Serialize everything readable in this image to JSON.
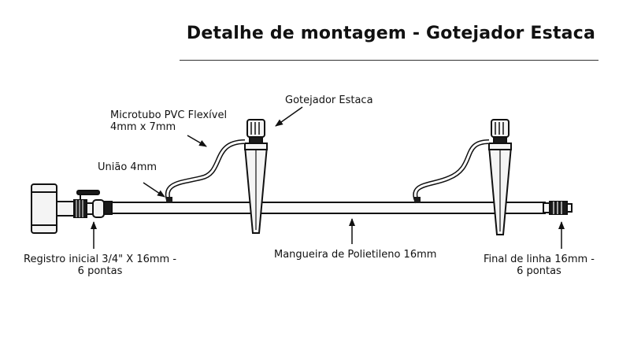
{
  "title": "Detalhe de montagem - Gotejador Estaca",
  "labels": {
    "microtubo_line1": "Microtubo PVC Flexível",
    "microtubo_line2": "4mm x 7mm",
    "gotejador": "Gotejador Estaca",
    "uniao": "União 4mm",
    "registro_line1": "Registro inicial 3/4\" X 16mm -",
    "registro_line2": "6 pontas",
    "mangueira": "Mangueira de Polietileno 16mm",
    "final_line1": "Final de linha 16mm -",
    "final_line2": "6 pontas"
  },
  "colors": {
    "line": "#111111",
    "fill_light": "#f4f4f4",
    "fill_dark": "#1a1a1a"
  }
}
